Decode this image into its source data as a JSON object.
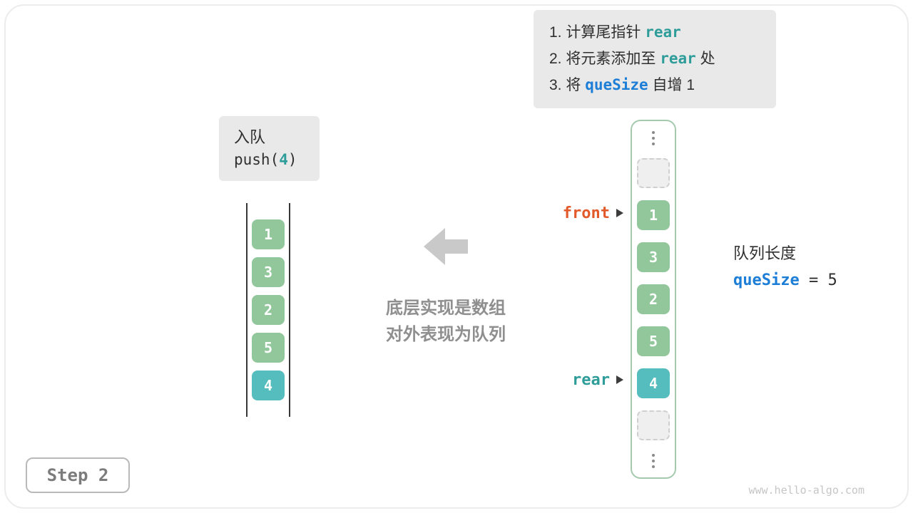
{
  "colors": {
    "node-green": "#92c79c",
    "node-teal": "#56bdbe",
    "front-orange": "#e2592a",
    "rear-teal": "#2e9d9a",
    "code-teal": "#2e9d9a",
    "code-blue": "#1d7ed7",
    "box-gray": "#e9e9e9",
    "arrow-gray": "#c9c9c9",
    "caption-gray": "#8f8f8f",
    "border-green": "#a5c9ad",
    "step-gray": "#7c7c7c",
    "watermark-gray": "#c6c6c6",
    "text-dark": "#2f2f2f",
    "line-dark": "#383838",
    "empty-bg": "#efefef",
    "empty-border": "#cfcfcf",
    "dot-gray": "#8a8a8a",
    "pointer-dark": "#3c3c3c",
    "frame-border": "#ececec"
  },
  "instruction_box": {
    "lines": [
      {
        "prefix": "1. 计算尾指针 ",
        "code": "rear",
        "suffix": ""
      },
      {
        "prefix": "2. 将元素添加至 ",
        "code": "rear",
        "suffix": " 处"
      },
      {
        "prefix": "3. 将 ",
        "code": "queSize",
        "suffix": " 自增 1"
      }
    ]
  },
  "operation_box": {
    "title": "入队",
    "code_prefix": "push(",
    "code_arg": "4",
    "code_suffix": ")"
  },
  "queue_view": {
    "items": [
      "1",
      "3",
      "2",
      "5",
      "4"
    ],
    "highlight_index": 4
  },
  "center_caption": {
    "line1": "底层实现是数组",
    "line2": "对外表现为队列"
  },
  "array_view": {
    "front_label": "front",
    "rear_label": "rear",
    "cells": [
      {
        "kind": "dots"
      },
      {
        "kind": "empty"
      },
      {
        "kind": "value",
        "value": "1",
        "pointer": "front"
      },
      {
        "kind": "value",
        "value": "3"
      },
      {
        "kind": "value",
        "value": "2"
      },
      {
        "kind": "value",
        "value": "5"
      },
      {
        "kind": "value",
        "value": "4",
        "highlight": true,
        "pointer": "rear"
      },
      {
        "kind": "empty"
      },
      {
        "kind": "dots"
      }
    ]
  },
  "queue_length": {
    "label": "队列长度",
    "variable": "queSize",
    "value_text": " = 5"
  },
  "step_badge": {
    "label": "Step 2"
  },
  "watermark": "www.hello-algo.com"
}
